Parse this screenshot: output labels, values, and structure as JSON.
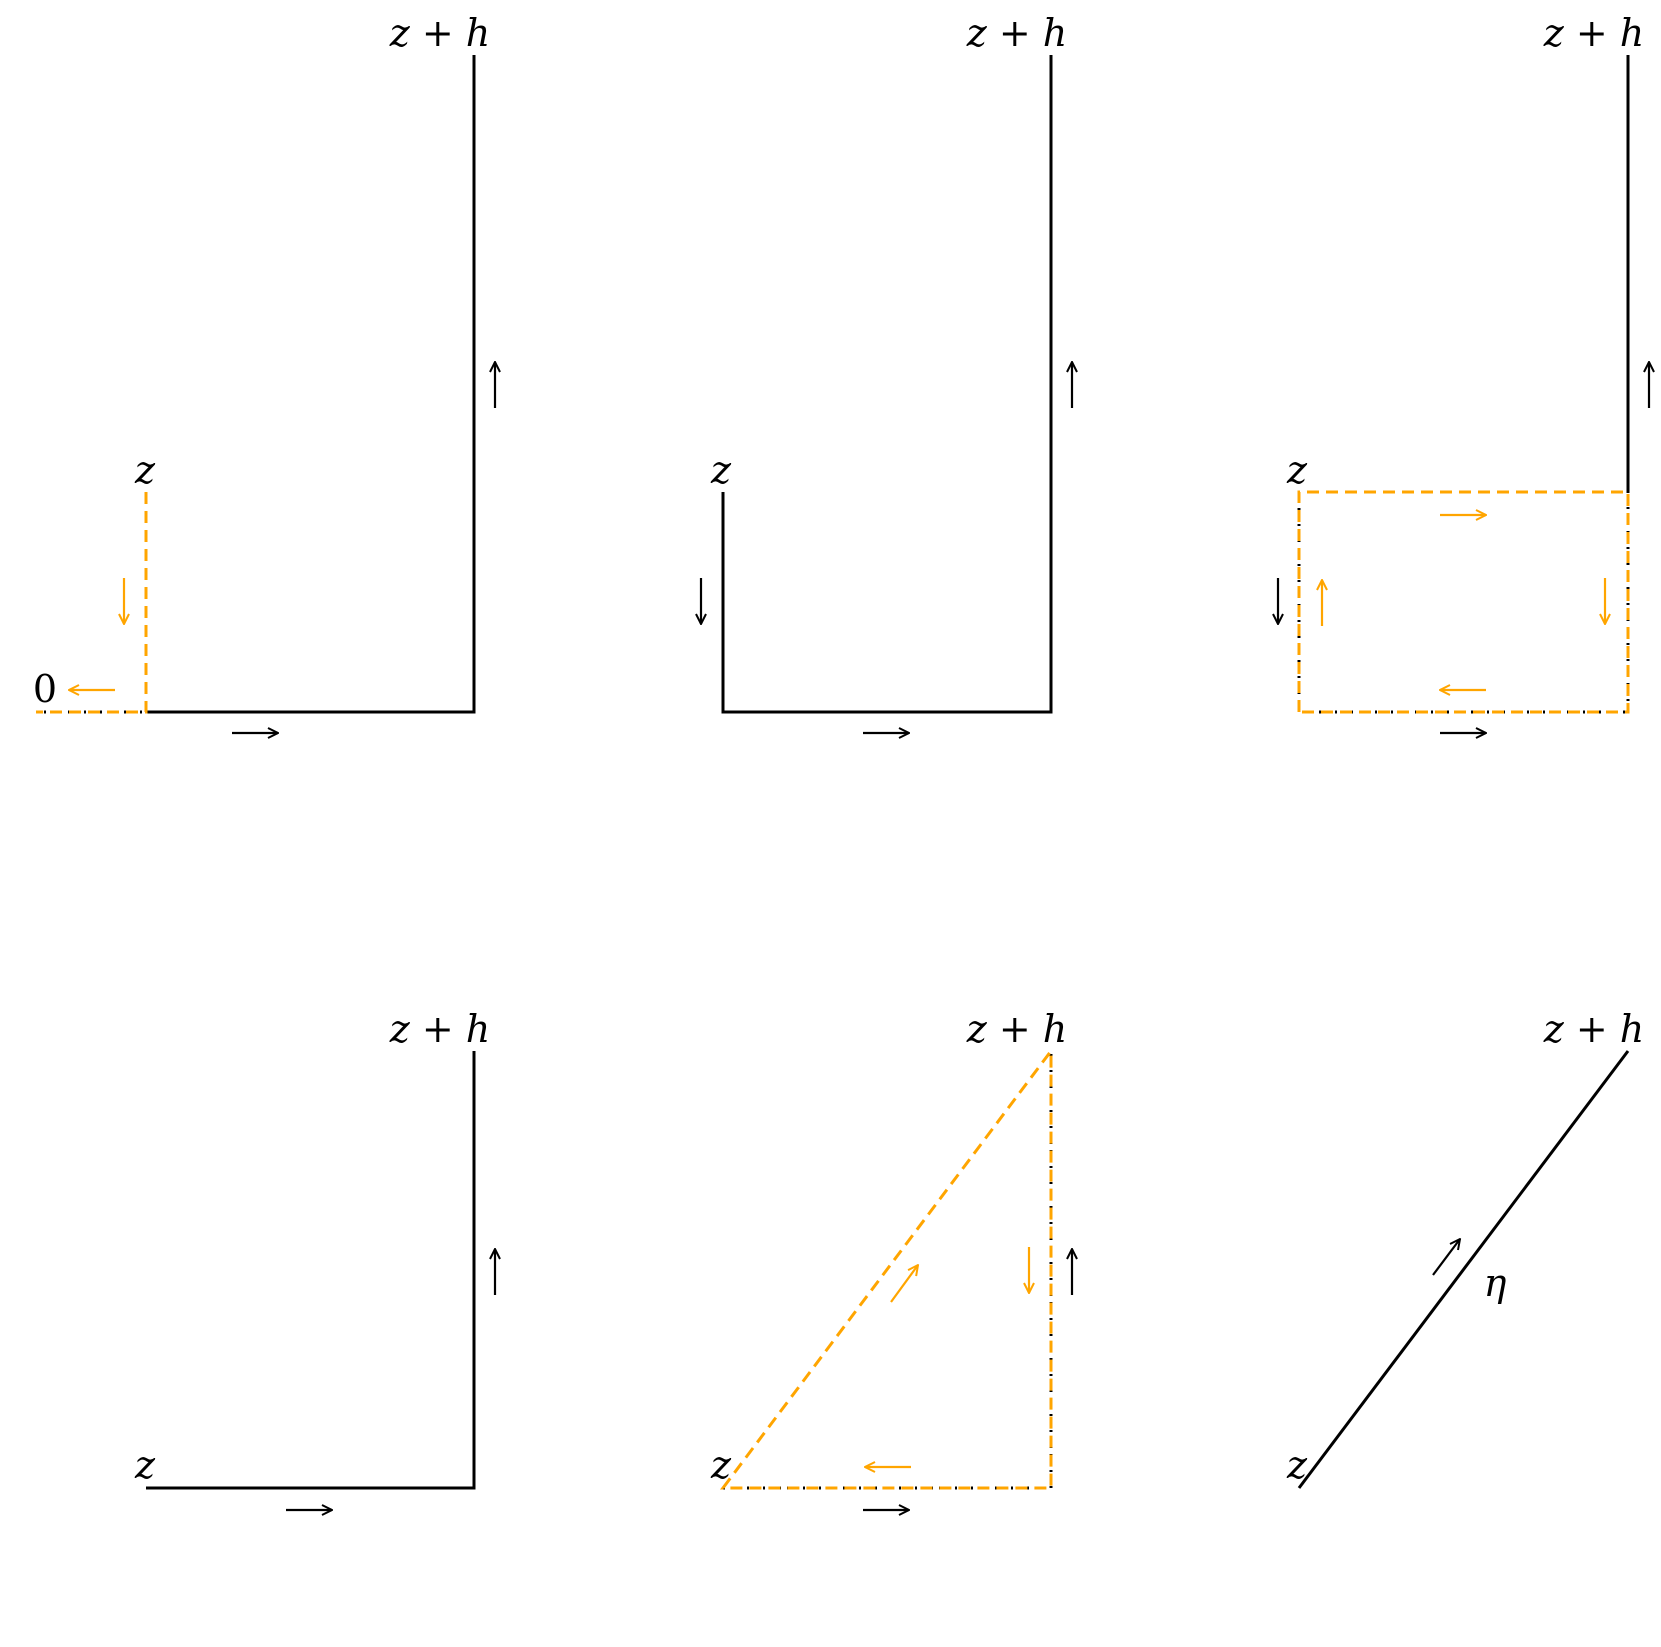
{
  "figure": {
    "colors": {
      "contour": "#000000",
      "deformed_contour": "#FFA500"
    },
    "panels": [
      {
        "id": "p1",
        "labels": {
          "top_end": "z + h",
          "start": "z",
          "origin": "0"
        }
      },
      {
        "id": "p2",
        "labels": {
          "top_end": "z + h",
          "start": "z"
        }
      },
      {
        "id": "p3",
        "labels": {
          "top_end": "z + h",
          "start": "z"
        }
      },
      {
        "id": "p4",
        "labels": {
          "top_end": "z + h",
          "start": "z"
        }
      },
      {
        "id": "p5",
        "labels": {
          "top_end": "z + h",
          "start": "z"
        }
      },
      {
        "id": "p6",
        "labels": {
          "top_end": "z + h",
          "start": "z",
          "path_name": "η"
        }
      }
    ]
  }
}
